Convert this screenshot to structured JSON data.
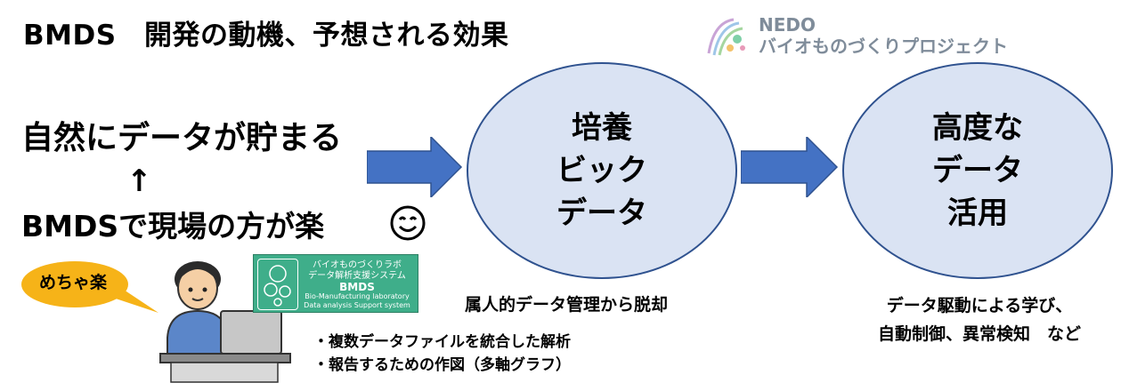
{
  "title": "BMDS　開発の動機、予想される効果",
  "nedo": {
    "line1": "NEDO",
    "line2": "バイオものづくりプロジェクト"
  },
  "left": {
    "line1": "自然にデータが貯まる",
    "arrow": "↑",
    "line2": "BMDSで現場の方が楽"
  },
  "ellipse1": {
    "line1": "培養",
    "line2": "ビック",
    "line3": "データ"
  },
  "ellipse2": {
    "line1": "高度な",
    "line2": "データ",
    "line3": "活用"
  },
  "sub1": "属人的データ管理から脱却",
  "sub2": {
    "line1": "データ駆動による学び、",
    "line2": "自動制御、異常検知　など"
  },
  "bubble": "めちゃ楽",
  "bmds_logo": {
    "line1": "バイオものづくりラボ",
    "line2": "データ解析支援システム",
    "line3": "BMDS",
    "line4": "Bio-Manufacturing laboratory",
    "line5": "Data analysis Support system"
  },
  "bullets": [
    "・複数データファイルを統合した解析",
    "・報告するための作図（多軸グラフ）"
  ],
  "colors": {
    "arrow": "#4472c4",
    "ellipse_fill": "#dae3f3",
    "ellipse_border": "#2f528f",
    "bubble": "#f6b318",
    "bmds_green": "#3fae8a"
  }
}
